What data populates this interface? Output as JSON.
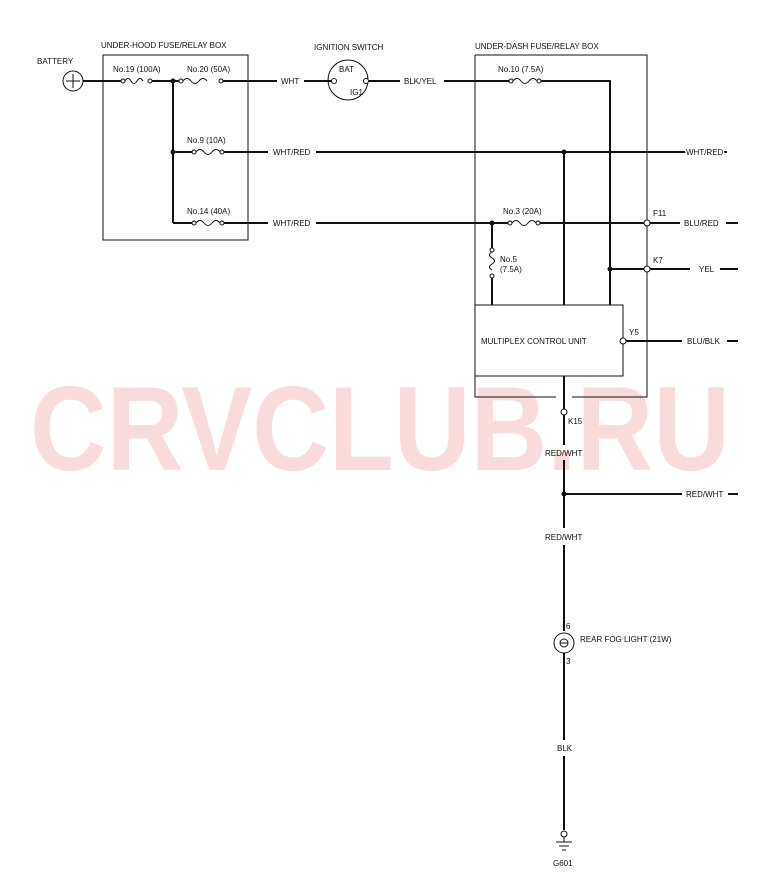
{
  "watermark": "CRVCLUB.RU",
  "colors": {
    "line": "#111111",
    "watermark": "#f7cccc",
    "background": "#ffffff"
  },
  "labels": {
    "battery": "BATTERY",
    "underhood_box": "UNDER-HOOD FUSE/RELAY BOX",
    "ignition_switch": "IGNITION SWITCH",
    "underdash_box": "UNDER-DASH FUSE/RELAY BOX",
    "mcu": "MULTIPLEX CONTROL UNIT",
    "rear_fog": "REAR FOG LIGHT (21W)",
    "ground": "G601"
  },
  "switch": {
    "bat": "BAT",
    "ig1": "IG1"
  },
  "fuses": {
    "no19": "No.19 (100A)",
    "no20": "No.20 (50A)",
    "no9": "No.9 (10A)",
    "no14": "No.14 (40A)",
    "no10": "No.10 (7.5A)",
    "no3": "No.3 (20A)",
    "no5_a": "No.5",
    "no5_b": "(7.5A)"
  },
  "wires": {
    "wht": "WHT",
    "blk_yel": "BLK/YEL",
    "wht_red_1": "WHT/RED",
    "wht_red_2": "WHT/RED",
    "wht_red_out": "WHT/RED",
    "blu_red": "BLU/RED",
    "yel": "YEL",
    "blu_blk": "BLU/BLK",
    "red_wht_1": "RED/WHT",
    "red_wht_2": "RED/WHT",
    "red_wht_out": "RED/WHT",
    "blk": "BLK"
  },
  "connectors": {
    "f11": "F11",
    "k7": "K7",
    "y5": "Y5",
    "k15": "K15",
    "pin6": "6",
    "pin3": "3"
  },
  "symbols": {
    "plus": "+"
  }
}
